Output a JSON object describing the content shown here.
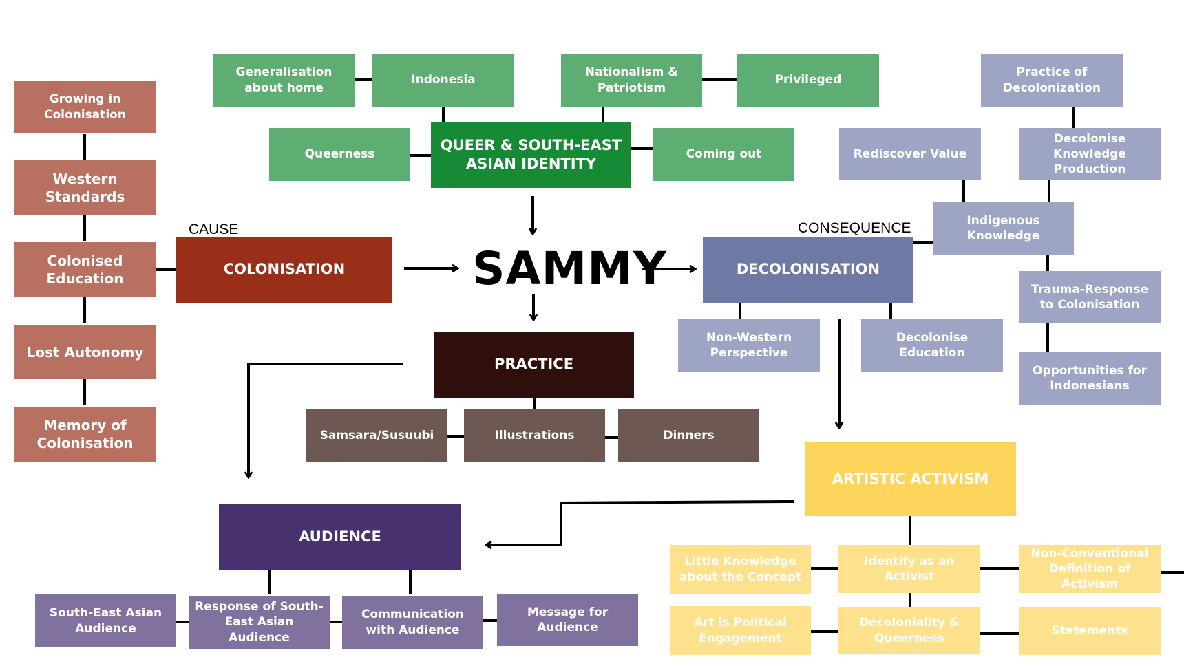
{
  "center": {
    "label": "SAMMY"
  },
  "labels": {
    "cause": "CAUSE",
    "consequence": "CONSEQUENCE"
  },
  "colonisation": {
    "title": "COLONISATION",
    "items": [
      "Growing in Colonisation",
      "Western Standards",
      "Colonised Education",
      "Lost Autonomy",
      "Memory of Colonisation"
    ]
  },
  "identity": {
    "title": "QUEER & SOUTH-EAST ASIAN IDENTITY",
    "items": [
      "Generalisation about home",
      "Indonesia",
      "Nationalism & Patriotism",
      "Privileged",
      "Queerness",
      "Coming out"
    ]
  },
  "decolonisation": {
    "title": "DECOLONISATION",
    "items": [
      "Practice of Decolonization",
      "Rediscover Value",
      "Decolonise Knowledge Production",
      "Indigenous Knowledge",
      "Trauma-Response to Colonisation",
      "Opportunities for Indonesians",
      "Non-Western Perspective",
      "Decolonise Education"
    ]
  },
  "practice": {
    "title": "PRACTICE",
    "items": [
      "Samsara/Susuubi",
      "Illustrations",
      "Dinners"
    ]
  },
  "audience": {
    "title": "AUDIENCE",
    "items": [
      "South-East Asian Audience",
      "Response of South-East Asian Audience",
      "Communication with Audience",
      "Message for Audience"
    ]
  },
  "activism": {
    "title": "ARTISTIC ACTIVISM",
    "items": [
      "Little Knowledge about the Concept",
      "Identify as an Activist",
      "Non-Conventional Definition of Activism",
      "Art is Political Engagement",
      "Decoloniality & Queerness",
      "Statements"
    ]
  },
  "colors": {
    "colonisation": "#992f18",
    "colonisation_items": "#b87160",
    "identity": "#168a34",
    "identity_items": "#5eae73",
    "decolonisation": "#6f79a6",
    "decolonisation_items": "#9ea4c3",
    "practice": "#2e0f0b",
    "practice_items": "#6e5853",
    "audience": "#47316e",
    "audience_items": "#80719e",
    "activism": "#fdd55b",
    "activism_items": "#fde18c"
  }
}
